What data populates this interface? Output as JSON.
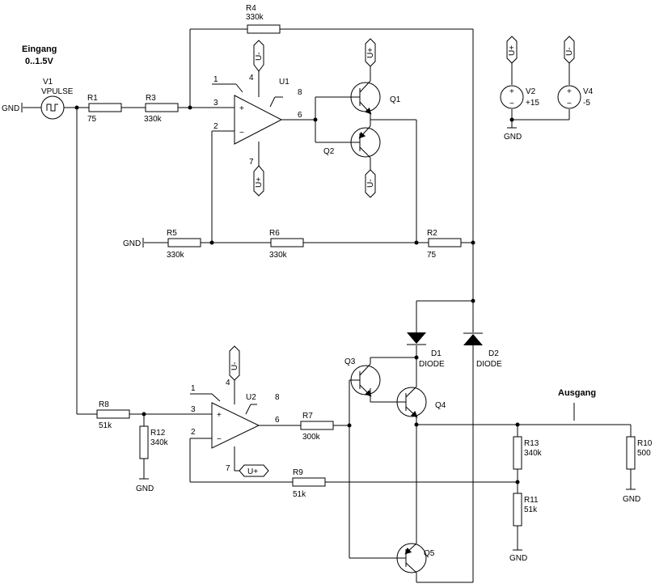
{
  "annotations": {
    "input_title": "Eingang",
    "input_range": "0..1.5V",
    "output_title": "Ausgang"
  },
  "grounds": {
    "gnd_left": "GND",
    "gnd_r5": "GND",
    "gnd_supply": "GND",
    "gnd_r12": "GND",
    "gnd_r11": "GND",
    "gnd_r10": "GND"
  },
  "sources": {
    "v1": {
      "name": "V1",
      "type": "VPULSE"
    },
    "v2": {
      "name": "V2",
      "value": "+15"
    },
    "v4": {
      "name": "V4",
      "value": "-5"
    }
  },
  "resistors": {
    "r1": {
      "name": "R1",
      "value": "75"
    },
    "r3": {
      "name": "R3",
      "value": "330k"
    },
    "r4": {
      "name": "R4",
      "value": "330k"
    },
    "r5": {
      "name": "R5",
      "value": "330k"
    },
    "r6": {
      "name": "R6",
      "value": "330k"
    },
    "r2": {
      "name": "R2",
      "value": "75"
    },
    "r8": {
      "name": "R8",
      "value": "51k"
    },
    "r12": {
      "name": "R12",
      "value": "340k"
    },
    "r7": {
      "name": "R7",
      "value": "300k"
    },
    "r9": {
      "name": "R9",
      "value": "51k"
    },
    "r13": {
      "name": "R13",
      "value": "340k"
    },
    "r11": {
      "name": "R11",
      "value": "51k"
    },
    "r10": {
      "name": "R10",
      "value": "500"
    }
  },
  "opamps": {
    "u1": {
      "name": "U1",
      "pin1": "1",
      "pin2": "2",
      "pin3": "3",
      "pin4": "4",
      "pin6": "6",
      "pin7": "7",
      "pin8": "8",
      "plus": "+",
      "minus": "−"
    },
    "u2": {
      "name": "U2",
      "pin1": "1",
      "pin2": "2",
      "pin3": "3",
      "pin4": "4",
      "pin6": "6",
      "pin7": "7",
      "pin8": "8",
      "plus": "+",
      "minus": "−"
    }
  },
  "transistors": {
    "q1": "Q1",
    "q2": "Q2",
    "q3": "Q3",
    "q4": "Q4",
    "q5": "Q5"
  },
  "diodes": {
    "d1": {
      "name": "D1",
      "type": "DIODE"
    },
    "d2": {
      "name": "D2",
      "type": "DIODE"
    }
  },
  "supply_tags": {
    "u_plus": "U+",
    "u_minus": "U-"
  },
  "source_polarity": {
    "plus": "+",
    "minus": "−"
  }
}
